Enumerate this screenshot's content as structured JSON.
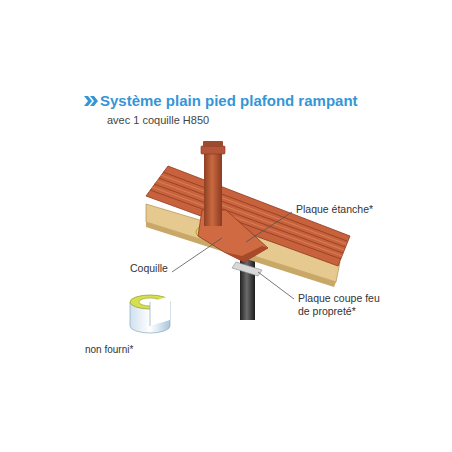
{
  "diagram": {
    "title": "Système plain pied plafond rampant",
    "labels": [
      "avec 1 coquille H850",
      "Plaque étanche*",
      "Coquille",
      "Plaque coupe feu de propreté*",
      "non fourni*"
    ]
  }
}
